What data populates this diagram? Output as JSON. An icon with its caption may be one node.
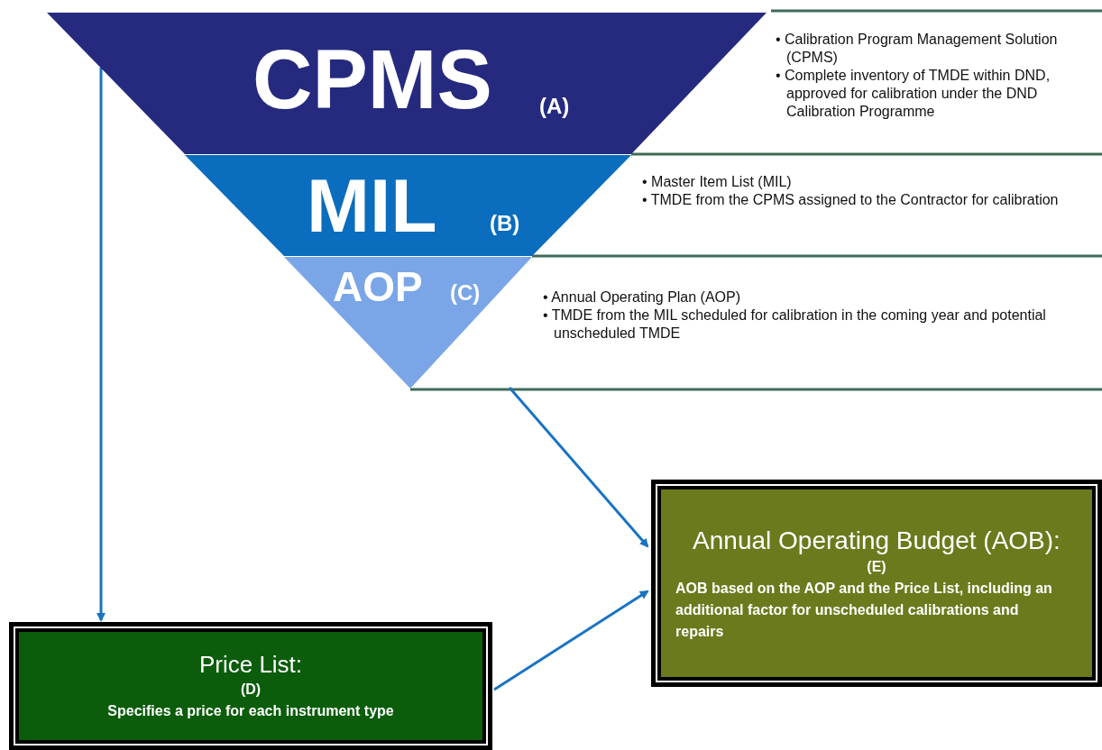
{
  "diagram": {
    "nodes": [
      {
        "text": [
          "CPMS",
          "(A)"
        ],
        "beside": [
          "• Calibration Program Management Solution (CPMS)",
          "• Complete inventory of TMDE within DND, approved for calibration under the DND Calibration Programme"
        ]
      },
      {
        "text": [
          "MIL",
          "(B)"
        ],
        "beside": [
          "• Master Item List (MIL)",
          "• TMDE from the CPMS assigned to the Contractor for calibration"
        ]
      },
      {
        "text": [
          "AOP",
          "(C)"
        ],
        "beside": [
          "• Annual Operating Plan (AOP)",
          "• TMDE from the MIL scheduled for calibration in the coming year and potential unscheduled TMDE"
        ]
      },
      {
        "text": [
          "Price List:",
          "(D)",
          "Specifies a price for each instrument type"
        ]
      },
      {
        "text": [
          "Annual Operating Budget (AOB):",
          "(E)",
          "AOB based on the AOP and the Price List, including an additional factor for unscheduled calibrations and repairs"
        ]
      }
    ],
    "edges": [
      {
        "from": 0,
        "to": 3,
        "arrow": "to"
      },
      {
        "from": 2,
        "to": 4,
        "arrow": "to"
      },
      {
        "from": 3,
        "to": 4,
        "arrow": "to"
      }
    ]
  }
}
